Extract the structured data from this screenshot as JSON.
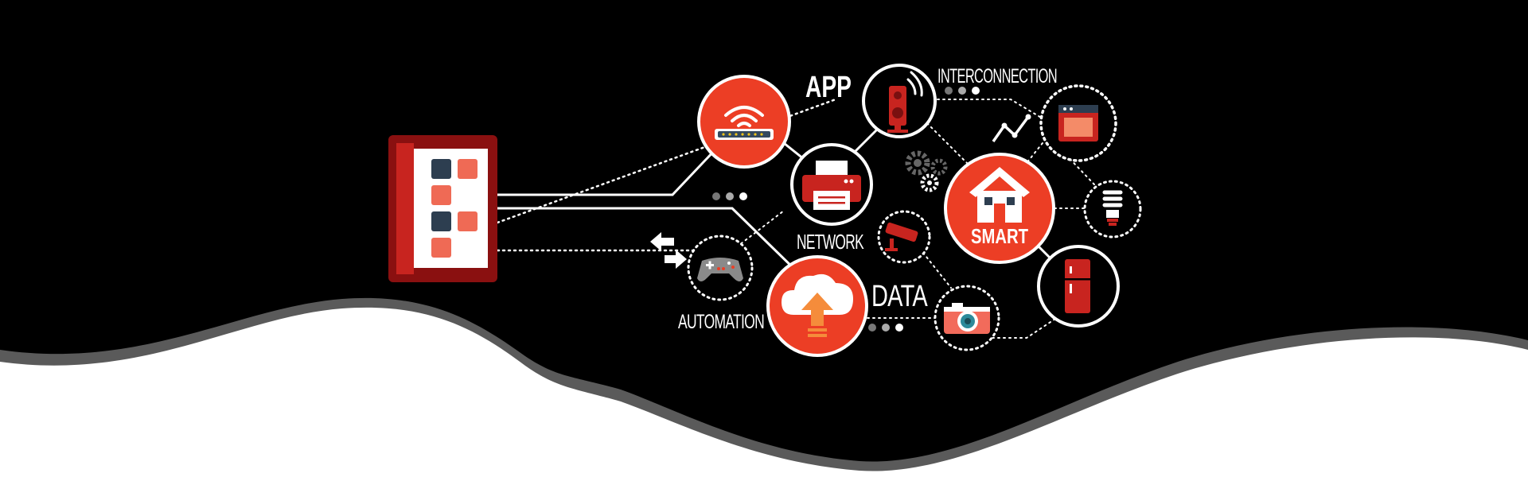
{
  "labels": {
    "app": "APP",
    "interconnection": "INTERCONNECTION",
    "network": "NETWORK",
    "data": "DATA",
    "automation": "AUTOMATION",
    "smart": "SMART"
  },
  "icons": {
    "tablet": "tablet-icon",
    "router": "wifi-router-icon",
    "speaker": "speaker-icon",
    "printer": "printer-icon",
    "oven": "oven-icon",
    "house": "house-icon",
    "bulb": "light-bulb-icon",
    "fridge": "fridge-icon",
    "cloud": "cloud-upload-icon",
    "camera": "camera-icon",
    "cctv": "security-camera-icon",
    "gamepad": "gamepad-icon",
    "gears": "gears-icon",
    "chart": "line-chart-icon",
    "arrows": "sync-arrows-icon"
  },
  "colors": {
    "background": "#000000",
    "accent": "#ec3e25",
    "dark_red": "#b81c1c",
    "wave_gray": "#5a5a5a",
    "white": "#ffffff"
  }
}
